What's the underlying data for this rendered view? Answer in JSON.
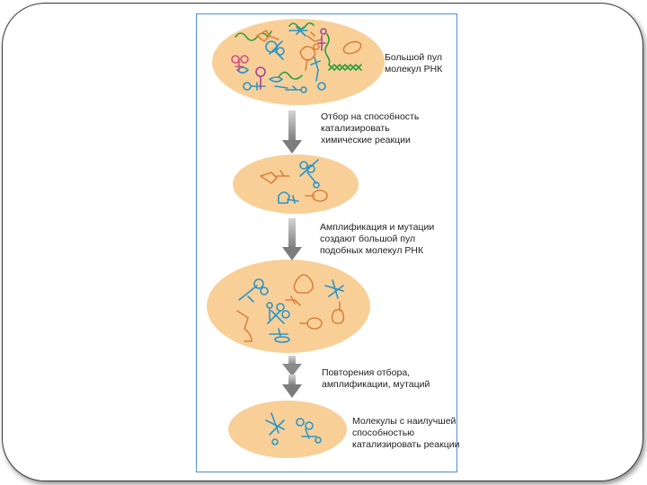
{
  "steps": [
    {
      "caption": "Большой пул\nмолекул РНК"
    },
    {
      "caption": "Отбор на способность\nкатализировать\nхимические реакции"
    },
    {
      "caption": "Амплификация и мутации\nсоздают большой пул\nподобных молекул РНК"
    },
    {
      "caption": "Повторения отбора,\nамплификации, мутаций"
    },
    {
      "caption": "Молекулы с наилучшей\nспособностью\nкатализировать реакции"
    }
  ],
  "colors": {
    "pool_fill": "#f9cf98",
    "rna_orange": "#d9823f",
    "rna_blue": "#2a96c8",
    "rna_green": "#2e9e3e",
    "rna_purple": "#a0449a",
    "rna_pink": "#d24f86",
    "arrow": "#8e8e8e",
    "frame_border": "#4f8fc9"
  },
  "icons": [
    "down-arrow-icon",
    "double-down-arrow-icon",
    "rna-molecule-icon"
  ]
}
